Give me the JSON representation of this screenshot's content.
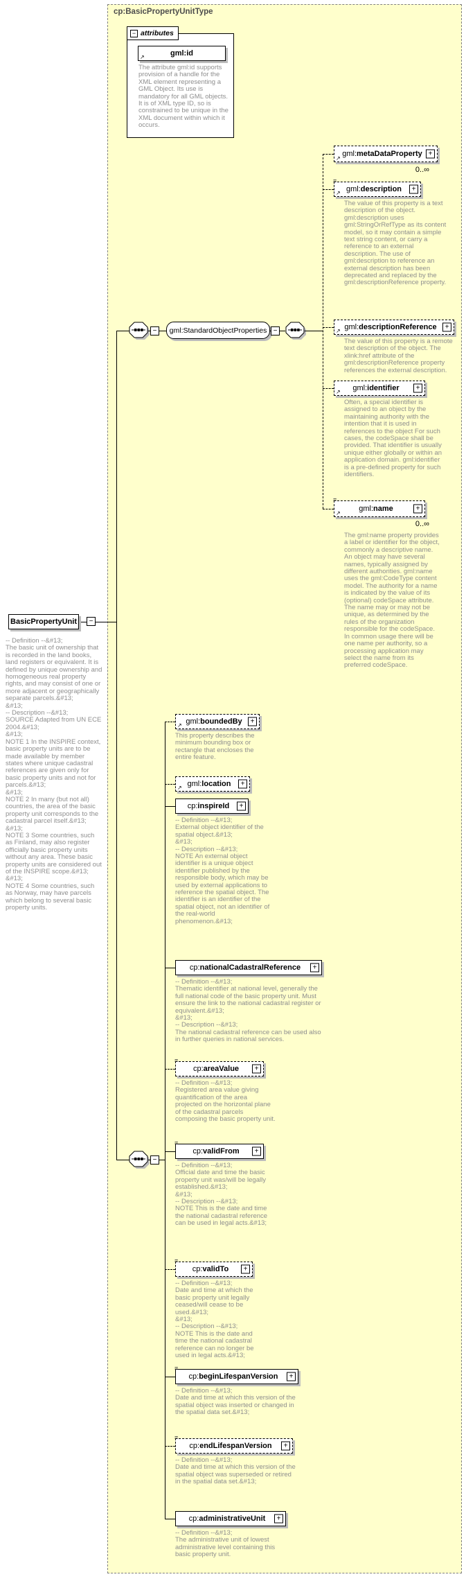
{
  "type_box": {
    "title": "cp:BasicPropertyUnitType"
  },
  "attributes_section": {
    "label": "attributes",
    "attribute": {
      "name": "gml:id",
      "doc": "The attribute gml:id supports provision of a handle for the XML element representing a GML Object. Its use is mandatory for all GML objects. It is of XML type ID, so is constrained to be unique in the XML document within which it occurs."
    }
  },
  "root_element": {
    "name": "BasicPropertyUnit",
    "doc": "-- Definition --&#13;\nThe basic unit of ownership that is recorded in the land books, land registers or equivalent. It is defined by unique ownership and homogeneous real property rights, and may consist of one or more adjacent or geographically separate parcels.&#13;\n&#13;\n-- Description --&#13;\nSOURCE Adapted from UN ECE 2004.&#13;\n&#13;\nNOTE 1 In the INSPIRE context, basic property units are to be made available by member states where unique cadastral references are given only for basic property units and not for parcels.&#13;\n&#13;\nNOTE 2 In many (but not all) countries, the area of the basic property unit corresponds to the cadastral parcel itself.&#13;\n&#13;\nNOTE 3 Some countries, such as Finland, may also register officially basic property units without any area. These basic property units are considered out of the INSPIRE scope.&#13;\n&#13;\nNOTE 4 Some countries, such as Norway, may have parcels which belong to several basic property units."
  },
  "group_ref": {
    "name": "gml:StandardObjectProperties"
  },
  "gml_children": [
    {
      "prefix": "gml:",
      "local": "metaDataProperty",
      "occurs": "0..∞"
    },
    {
      "prefix": "gml:",
      "local": "description",
      "doc": "The value of this property is a text description of the object. gml:description uses gml:StringOrRefType as its content model, so it may contain a simple text string content, or carry a reference to an external description. The use of gml:description to reference an external description has been deprecated and replaced by the gml:descriptionReference property."
    },
    {
      "prefix": "gml:",
      "local": "descriptionReference",
      "doc": "The value of this property is a remote text description of the object. The xlink:href attribute of the gml:descriptionReference property references the external description."
    },
    {
      "prefix": "gml:",
      "local": "identifier",
      "doc": "Often, a special identifier is assigned to an object by the maintaining authority with the intention that it is used in references to the object For such cases, the codeSpace shall be provided. That identifier is usually unique either globally or within an application domain. gml:identifier is a pre-defined property for such identifiers."
    },
    {
      "prefix": "gml:",
      "local": "name",
      "occurs": "0..∞",
      "doc": "The gml:name property provides a label or identifier for the object, commonly a descriptive name. An object may have several names, typically assigned by different authorities. gml:name uses the gml:CodeType content model.  The authority for a name is indicated by the value of its (optional) codeSpace attribute.  The name may or may not be unique, as determined by the rules of the organization responsible for the codeSpace.  In common usage there will be one name per authority, so a processing application may select the name from its preferred codeSpace."
    }
  ],
  "cp_children": [
    {
      "prefix": "gml:",
      "local": "boundedBy",
      "doc": "This property describes the minimum bounding box or rectangle that encloses the entire feature."
    },
    {
      "prefix": "gml:",
      "local": "location"
    },
    {
      "prefix": "cp:",
      "local": "inspireId",
      "doc": "-- Definition --&#13;\nExternal object identifier of the spatial object.&#13;\n&#13;\n-- Description --&#13;\nNOTE An external object identifier is a unique object identifier published by the responsible body, which may be used by external applications to reference the spatial object. The identifier is an identifier of the spatial object, not an identifier of the real-world phenomenon.&#13;"
    },
    {
      "prefix": "cp:",
      "local": "nationalCadastralReference",
      "doc": "-- Definition --&#13;\nThematic identifier at national level, generally the full national code of the basic property unit. Must ensure the link to the national cadastral register or equivalent.&#13;\n&#13;\n-- Description --&#13;\nThe national cadastral reference can be used also in further queries in national services."
    },
    {
      "prefix": "cp:",
      "local": "areaValue",
      "doc": "-- Definition --&#13;\nRegistered area value giving quantification of the area projected on the horizontal plane of the cadastral parcels composing the basic property unit."
    },
    {
      "prefix": "cp:",
      "local": "validFrom",
      "doc": "-- Definition --&#13;\nOfficial date and time the basic property unit was/will be legally established.&#13;\n&#13;\n-- Description --&#13;\nNOTE This is the date and time the national cadastral reference can be used in legal acts.&#13;"
    },
    {
      "prefix": "cp:",
      "local": "validTo",
      "doc": "-- Definition --&#13;\nDate and time at which the basic property unit legally ceased/will cease to be used.&#13;\n&#13;\n-- Description --&#13;\nNOTE This is the date and time the national cadastral reference can no longer be used in legal acts.&#13;"
    },
    {
      "prefix": "cp:",
      "local": "beginLifespanVersion",
      "doc": "-- Definition --&#13;\nDate and time at which this version of the spatial object was inserted or changed in the spatial data set.&#13;"
    },
    {
      "prefix": "cp:",
      "local": "endLifespanVersion",
      "doc": "-- Definition --&#13;\nDate and time at which this version of the spatial object was superseded or retired in the spatial data set.&#13;"
    },
    {
      "prefix": "cp:",
      "local": "administrativeUnit",
      "doc": "-- Definition --&#13;\nThe administrative unit of lowest administrative level containing this basic property unit."
    }
  ],
  "icons": {
    "collapse": "−",
    "expand": "+",
    "reference": "↗",
    "annotation": "≡"
  },
  "colors": {
    "type_fill": "#ffffcc",
    "shadow": "#bdbdbd",
    "doc_text": "#8e8e8e",
    "line": "#000000"
  }
}
